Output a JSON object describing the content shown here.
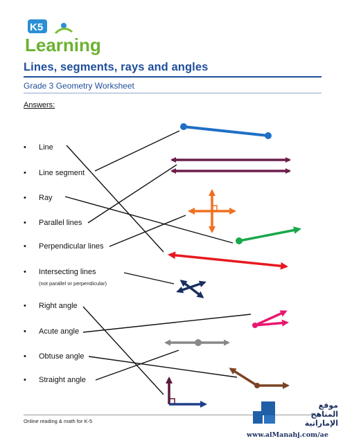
{
  "logo": {
    "top": "K5",
    "bottom": "Learning"
  },
  "title": "Lines, segments, rays and angles",
  "subtitle": "Grade 3 Geometry Worksheet",
  "answers_label": "Answers:",
  "terms": [
    "Line",
    "Line segment",
    "Ray",
    "Parallel lines",
    "Perpendicular lines",
    "Intersecting lines",
    "Right angle",
    "Acute angle",
    "Obtuse angle",
    "Straight angle"
  ],
  "intersecting_note": "(not parallel or perpendicular)",
  "bullet": "•",
  "footer": "Online reading & math for K-5",
  "watermark": {
    "arabic_line1": "موقع",
    "arabic_line2": "المناهج الإماراتية",
    "url": "www.alManahj.com/ae"
  },
  "colors": {
    "segment": "#1f6fc5",
    "parallel": "#6b1f4a",
    "perpendicular": "#f07020",
    "ray": "#1aa84a",
    "line": "#e8191f",
    "intersecting": "#1a2f5e",
    "acute": "#e8186f",
    "straight": "#888888",
    "obtuse": "#7a4423",
    "right": "#5a1a3a",
    "right_base": "#1f3e8a"
  }
}
